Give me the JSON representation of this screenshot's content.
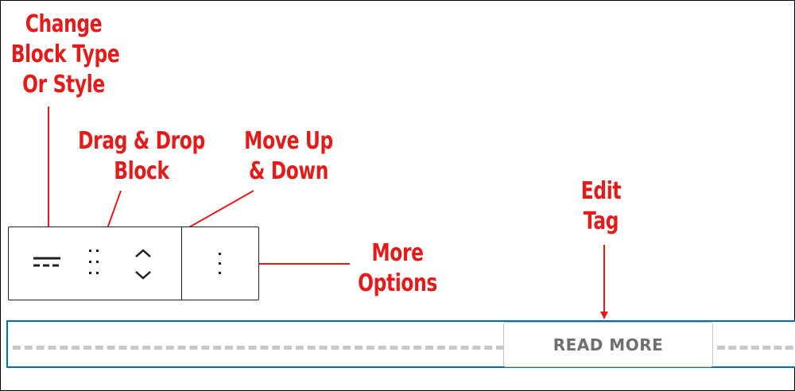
{
  "annotations": {
    "change_block_type": [
      "Change",
      "Block Type",
      "Or Style"
    ],
    "drag_drop": [
      "Drag & Drop",
      "Block"
    ],
    "move": [
      "Move Up",
      "& Down"
    ],
    "edit_tag": [
      "Edit",
      "Tag"
    ],
    "more_options": [
      "More",
      "Options"
    ]
  },
  "toolbar": {
    "icons": {
      "block_type": "more-block-icon",
      "drag": "drag-handle-icon",
      "move_up": "chevron-up-icon",
      "move_down": "chevron-down-icon",
      "options": "vertical-ellipsis-icon"
    }
  },
  "block": {
    "read_more_label": "READ MORE"
  },
  "colors": {
    "annotation": "#e31b1b",
    "block_border": "#0b6ba8",
    "toolbar_border": "#1e1e1e",
    "dash": "#c8c8c8",
    "read_more_text": "#6f6f6f"
  }
}
